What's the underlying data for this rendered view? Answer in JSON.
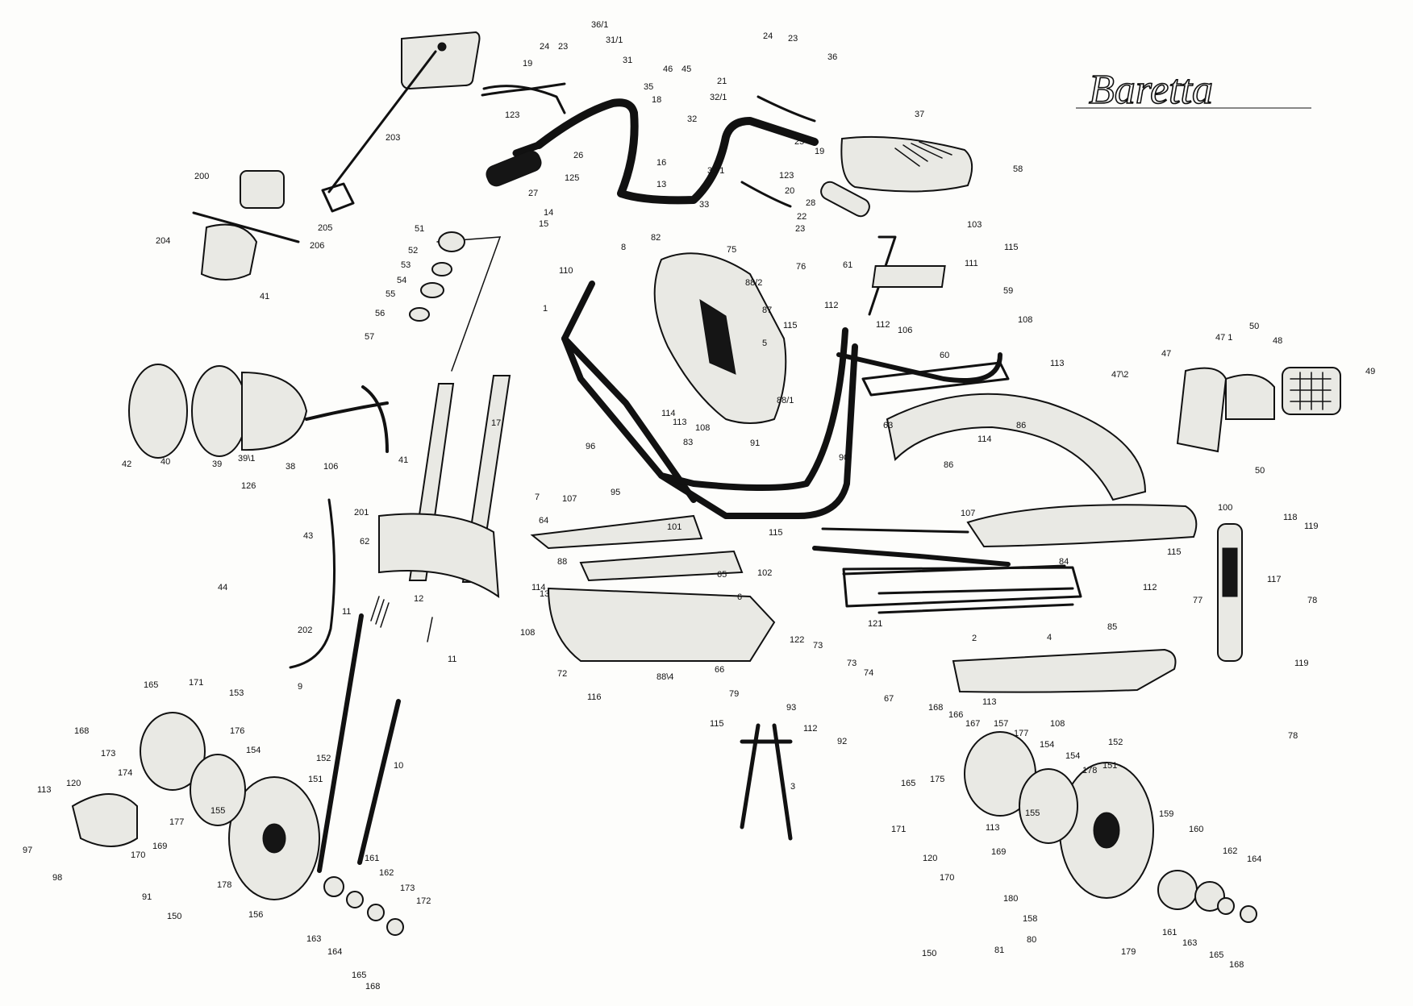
{
  "brand": {
    "logo_text": "Baretta"
  },
  "diagram": {
    "kind": "exploded parts diagram",
    "ink_color": "#111111",
    "paper_color": "#fdfdfb"
  },
  "labels": [
    {
      "id": "l-36-1",
      "text": "36/1"
    },
    {
      "id": "l-31-1",
      "text": "31/1"
    },
    {
      "id": "l-31",
      "text": "31"
    },
    {
      "id": "l-24a",
      "text": "24"
    },
    {
      "id": "l-23a",
      "text": "23"
    },
    {
      "id": "l-19a",
      "text": "19"
    },
    {
      "id": "l-46",
      "text": "46"
    },
    {
      "id": "l-45",
      "text": "45"
    },
    {
      "id": "l-21",
      "text": "21"
    },
    {
      "id": "l-32-1",
      "text": "32/1"
    },
    {
      "id": "l-18",
      "text": "18"
    },
    {
      "id": "l-35",
      "text": "35"
    },
    {
      "id": "l-32",
      "text": "32"
    },
    {
      "id": "l-123a",
      "text": "123"
    },
    {
      "id": "l-24b",
      "text": "24"
    },
    {
      "id": "l-23b",
      "text": "23"
    },
    {
      "id": "l-36",
      "text": "36"
    },
    {
      "id": "l-37",
      "text": "37"
    },
    {
      "id": "l-25",
      "text": "25"
    },
    {
      "id": "l-19b",
      "text": "19"
    },
    {
      "id": "l-203",
      "text": "203"
    },
    {
      "id": "l-26",
      "text": "26"
    },
    {
      "id": "l-16",
      "text": "16"
    },
    {
      "id": "l-33-1",
      "text": "33/1"
    },
    {
      "id": "l-123b",
      "text": "123"
    },
    {
      "id": "l-58",
      "text": "58"
    },
    {
      "id": "l-27",
      "text": "27"
    },
    {
      "id": "l-125",
      "text": "125"
    },
    {
      "id": "l-13a",
      "text": "13"
    },
    {
      "id": "l-20",
      "text": "20"
    },
    {
      "id": "l-28",
      "text": "28"
    },
    {
      "id": "l-200",
      "text": "200"
    },
    {
      "id": "l-33",
      "text": "33"
    },
    {
      "id": "l-22",
      "text": "22"
    },
    {
      "id": "l-23c",
      "text": "23"
    },
    {
      "id": "l-14",
      "text": "14"
    },
    {
      "id": "l-15",
      "text": "15"
    },
    {
      "id": "l-103",
      "text": "103"
    },
    {
      "id": "l-205",
      "text": "205"
    },
    {
      "id": "l-82",
      "text": "82"
    },
    {
      "id": "l-204",
      "text": "204"
    },
    {
      "id": "l-206",
      "text": "206"
    },
    {
      "id": "l-51",
      "text": "51"
    },
    {
      "id": "l-8",
      "text": "8"
    },
    {
      "id": "l-75",
      "text": "75"
    },
    {
      "id": "l-115a",
      "text": "115"
    },
    {
      "id": "l-52",
      "text": "52"
    },
    {
      "id": "l-61",
      "text": "61"
    },
    {
      "id": "l-111",
      "text": "111"
    },
    {
      "id": "l-53",
      "text": "53"
    },
    {
      "id": "l-76",
      "text": "76"
    },
    {
      "id": "l-110",
      "text": "110"
    },
    {
      "id": "l-54",
      "text": "54"
    },
    {
      "id": "l-88-2",
      "text": "88/2"
    },
    {
      "id": "l-59",
      "text": "59"
    },
    {
      "id": "l-55",
      "text": "55"
    },
    {
      "id": "l-41a",
      "text": "41"
    },
    {
      "id": "l-1",
      "text": "1"
    },
    {
      "id": "l-87",
      "text": "87"
    },
    {
      "id": "l-112a",
      "text": "112"
    },
    {
      "id": "l-56",
      "text": "56"
    },
    {
      "id": "l-108a",
      "text": "108"
    },
    {
      "id": "l-115b",
      "text": "115"
    },
    {
      "id": "l-112b",
      "text": "112"
    },
    {
      "id": "l-106a",
      "text": "106"
    },
    {
      "id": "l-50a",
      "text": "50"
    },
    {
      "id": "l-57",
      "text": "57"
    },
    {
      "id": "l-5",
      "text": "5"
    },
    {
      "id": "l-47-1",
      "text": "47 1"
    },
    {
      "id": "l-48",
      "text": "48"
    },
    {
      "id": "l-47",
      "text": "47"
    },
    {
      "id": "l-60",
      "text": "60"
    },
    {
      "id": "l-113a",
      "text": "113"
    },
    {
      "id": "l-47-2",
      "text": "47\\2"
    },
    {
      "id": "l-49",
      "text": "49"
    },
    {
      "id": "l-88-1",
      "text": "88/1"
    },
    {
      "id": "l-114a",
      "text": "114"
    },
    {
      "id": "l-113b",
      "text": "113"
    },
    {
      "id": "l-108b",
      "text": "108"
    },
    {
      "id": "l-63",
      "text": "63"
    },
    {
      "id": "l-86a",
      "text": "86"
    },
    {
      "id": "l-17",
      "text": "17"
    },
    {
      "id": "l-83",
      "text": "83"
    },
    {
      "id": "l-91a",
      "text": "91"
    },
    {
      "id": "l-114b",
      "text": "114"
    },
    {
      "id": "l-42",
      "text": "42"
    },
    {
      "id": "l-40",
      "text": "40"
    },
    {
      "id": "l-39",
      "text": "39"
    },
    {
      "id": "l-39-1",
      "text": "39\\1"
    },
    {
      "id": "l-38",
      "text": "38"
    },
    {
      "id": "l-106b",
      "text": "106"
    },
    {
      "id": "l-41b",
      "text": "41"
    },
    {
      "id": "l-96",
      "text": "96"
    },
    {
      "id": "l-90",
      "text": "90"
    },
    {
      "id": "l-50b",
      "text": "50"
    },
    {
      "id": "l-86b",
      "text": "86"
    },
    {
      "id": "l-126",
      "text": "126"
    },
    {
      "id": "l-95",
      "text": "95"
    },
    {
      "id": "l-107a",
      "text": "107"
    },
    {
      "id": "l-7",
      "text": "7"
    },
    {
      "id": "l-201",
      "text": "201"
    },
    {
      "id": "l-107b",
      "text": "107"
    },
    {
      "id": "l-100",
      "text": "100"
    },
    {
      "id": "l-64",
      "text": "64"
    },
    {
      "id": "l-118",
      "text": "118"
    },
    {
      "id": "l-119a",
      "text": "119"
    },
    {
      "id": "l-101",
      "text": "101"
    },
    {
      "id": "l-115c",
      "text": "115"
    },
    {
      "id": "l-43",
      "text": "43"
    },
    {
      "id": "l-62",
      "text": "62"
    },
    {
      "id": "l-115d",
      "text": "115"
    },
    {
      "id": "l-117",
      "text": "117"
    },
    {
      "id": "l-88",
      "text": "88"
    },
    {
      "id": "l-84",
      "text": "84"
    },
    {
      "id": "l-102",
      "text": "102"
    },
    {
      "id": "l-65",
      "text": "65"
    },
    {
      "id": "l-44",
      "text": "44"
    },
    {
      "id": "l-114c",
      "text": "114"
    },
    {
      "id": "l-78a",
      "text": "78"
    },
    {
      "id": "l-112c",
      "text": "112"
    },
    {
      "id": "l-13b",
      "text": "13"
    },
    {
      "id": "l-77",
      "text": "77"
    },
    {
      "id": "l-12",
      "text": "12"
    },
    {
      "id": "l-6",
      "text": "6"
    },
    {
      "id": "l-11a",
      "text": "11"
    },
    {
      "id": "l-121",
      "text": "121"
    },
    {
      "id": "l-85",
      "text": "85"
    },
    {
      "id": "l-108c",
      "text": "108"
    },
    {
      "id": "l-202",
      "text": "202"
    },
    {
      "id": "l-2",
      "text": "2"
    },
    {
      "id": "l-4",
      "text": "4"
    },
    {
      "id": "l-122",
      "text": "122"
    },
    {
      "id": "l-73a",
      "text": "73"
    },
    {
      "id": "l-11b",
      "text": "11"
    },
    {
      "id": "l-73b",
      "text": "73"
    },
    {
      "id": "l-74",
      "text": "74"
    },
    {
      "id": "l-119b",
      "text": "119"
    },
    {
      "id": "l-66",
      "text": "66"
    },
    {
      "id": "l-72",
      "text": "72"
    },
    {
      "id": "l-88-4",
      "text": "88\\4"
    },
    {
      "id": "l-9",
      "text": "9"
    },
    {
      "id": "l-165a",
      "text": "165"
    },
    {
      "id": "l-171a",
      "text": "171"
    },
    {
      "id": "l-153",
      "text": "153"
    },
    {
      "id": "l-79",
      "text": "79"
    },
    {
      "id": "l-116",
      "text": "116"
    },
    {
      "id": "l-67",
      "text": "67"
    },
    {
      "id": "l-113c",
      "text": "113"
    },
    {
      "id": "l-93",
      "text": "93"
    },
    {
      "id": "l-168a",
      "text": "168"
    },
    {
      "id": "l-166",
      "text": "166"
    },
    {
      "id": "l-167",
      "text": "167"
    },
    {
      "id": "l-157",
      "text": "157"
    },
    {
      "id": "l-108d",
      "text": "108"
    },
    {
      "id": "l-177a",
      "text": "177"
    },
    {
      "id": "l-168b",
      "text": "168"
    },
    {
      "id": "l-176",
      "text": "176"
    },
    {
      "id": "l-115e",
      "text": "115"
    },
    {
      "id": "l-112d",
      "text": "112"
    },
    {
      "id": "l-78b",
      "text": "78"
    },
    {
      "id": "l-173a",
      "text": "173"
    },
    {
      "id": "l-154a",
      "text": "154"
    },
    {
      "id": "l-92",
      "text": "92"
    },
    {
      "id": "l-152a",
      "text": "152"
    },
    {
      "id": "l-154b",
      "text": "154"
    },
    {
      "id": "l-154c",
      "text": "154"
    },
    {
      "id": "l-152b",
      "text": "152"
    },
    {
      "id": "l-10",
      "text": "10"
    },
    {
      "id": "l-178a",
      "text": "178"
    },
    {
      "id": "l-151a",
      "text": "151"
    },
    {
      "id": "l-174",
      "text": "174"
    },
    {
      "id": "l-151b",
      "text": "151"
    },
    {
      "id": "l-165b",
      "text": "165"
    },
    {
      "id": "l-175",
      "text": "175"
    },
    {
      "id": "l-113d",
      "text": "113"
    },
    {
      "id": "l-120a",
      "text": "120"
    },
    {
      "id": "l-3",
      "text": "3"
    },
    {
      "id": "l-155a",
      "text": "155"
    },
    {
      "id": "l-159",
      "text": "159"
    },
    {
      "id": "l-155b",
      "text": "155"
    },
    {
      "id": "l-177b",
      "text": "177"
    },
    {
      "id": "l-171b",
      "text": "171"
    },
    {
      "id": "l-113e",
      "text": "113"
    },
    {
      "id": "l-160",
      "text": "160"
    },
    {
      "id": "l-169a",
      "text": "169"
    },
    {
      "id": "l-97",
      "text": "97"
    },
    {
      "id": "l-170a",
      "text": "170"
    },
    {
      "id": "l-169b",
      "text": "169"
    },
    {
      "id": "l-120b",
      "text": "120"
    },
    {
      "id": "l-162a",
      "text": "162"
    },
    {
      "id": "l-164a",
      "text": "164"
    },
    {
      "id": "l-161a",
      "text": "161"
    },
    {
      "id": "l-98",
      "text": "98"
    },
    {
      "id": "l-162b",
      "text": "162"
    },
    {
      "id": "l-178b",
      "text": "178"
    },
    {
      "id": "l-173b",
      "text": "173"
    },
    {
      "id": "l-170b",
      "text": "170"
    },
    {
      "id": "l-91b",
      "text": "91"
    },
    {
      "id": "l-172",
      "text": "172"
    },
    {
      "id": "l-180",
      "text": "180"
    },
    {
      "id": "l-150a",
      "text": "150"
    },
    {
      "id": "l-156",
      "text": "156"
    },
    {
      "id": "l-158",
      "text": "158"
    },
    {
      "id": "l-161b",
      "text": "161"
    },
    {
      "id": "l-163a",
      "text": "163"
    },
    {
      "id": "l-80",
      "text": "80"
    },
    {
      "id": "l-163b",
      "text": "163"
    },
    {
      "id": "l-164b",
      "text": "164"
    },
    {
      "id": "l-81",
      "text": "81"
    },
    {
      "id": "l-179",
      "text": "179"
    },
    {
      "id": "l-165c",
      "text": "165"
    },
    {
      "id": "l-150b",
      "text": "150"
    },
    {
      "id": "l-165d",
      "text": "165"
    },
    {
      "id": "l-168c",
      "text": "168"
    },
    {
      "id": "l-168d",
      "text": "168"
    }
  ]
}
